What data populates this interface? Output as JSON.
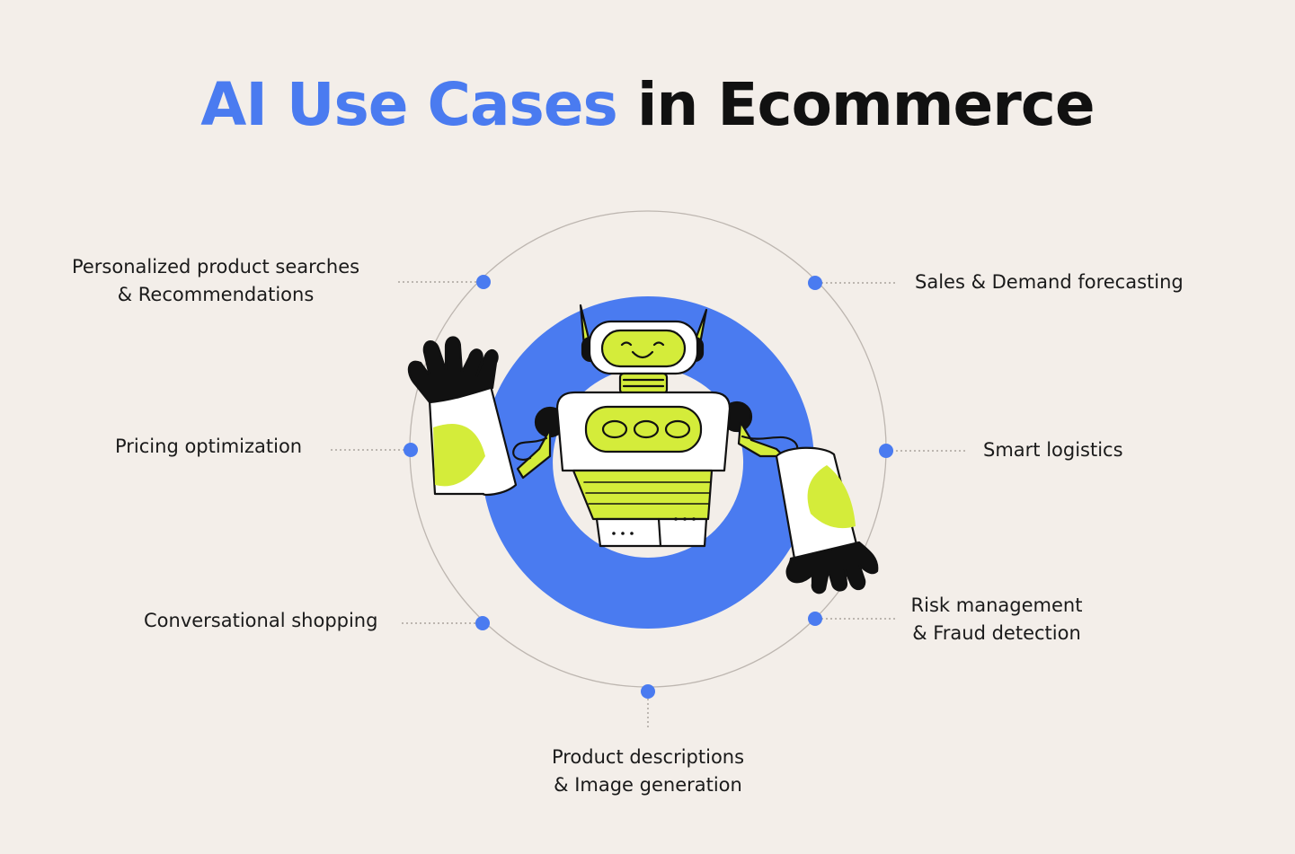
{
  "title": {
    "accent": "AI Use Cases",
    "rest": "in Ecommerce"
  },
  "colors": {
    "background": "#F3EEE9",
    "accent": "#4A7BF0",
    "lime": "#D4EC3A",
    "ring": "#BDB6B0"
  },
  "use_cases": [
    {
      "lines": [
        "Personalized product searches",
        "& Recommendations"
      ]
    },
    {
      "lines": [
        "Pricing optimization"
      ]
    },
    {
      "lines": [
        "Conversational shopping"
      ]
    },
    {
      "lines": [
        "Product descriptions",
        "&  Image generation"
      ]
    },
    {
      "lines": [
        "Sales & Demand forecasting"
      ]
    },
    {
      "lines": [
        "Smart logistics"
      ]
    },
    {
      "lines": [
        "Risk management",
        "& Fraud detection"
      ]
    }
  ]
}
